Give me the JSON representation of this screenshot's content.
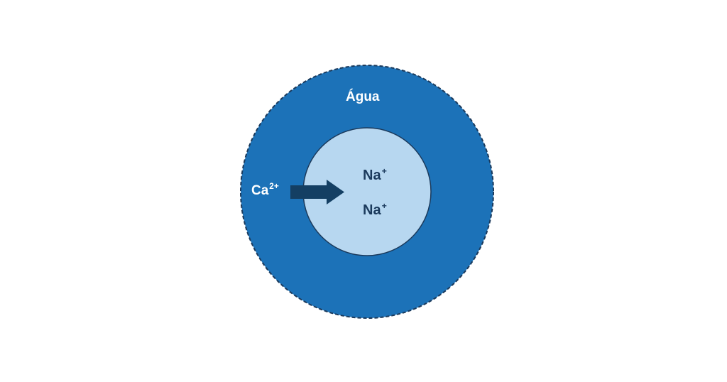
{
  "diagram": {
    "outer_label": "Água",
    "incoming_ion": {
      "symbol": "Ca",
      "charge": "2+"
    },
    "inner_ions": [
      {
        "symbol": "Na",
        "charge": "+"
      },
      {
        "symbol": "Na",
        "charge": "+"
      }
    ]
  },
  "colors": {
    "outer_circle": "#1c72b8",
    "outer_border": "#1b3a5c",
    "inner_circle": "#b7d7f0",
    "arrow": "#143f63",
    "ion_text": "#1b3a5c",
    "outer_text": "#ffffff"
  }
}
